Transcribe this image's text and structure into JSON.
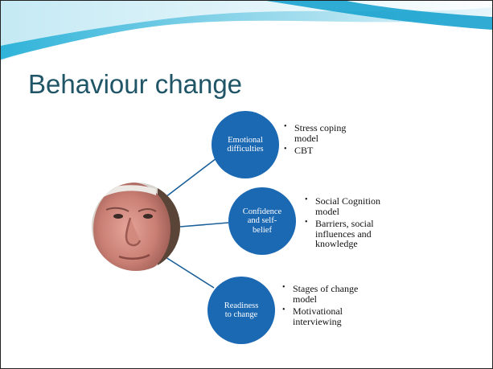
{
  "slide": {
    "title": "Behaviour change"
  },
  "nodes": [
    {
      "label_lines": [
        "Emotional",
        "difficulties"
      ],
      "bullets": [
        "Stress coping\nmodel",
        "CBT"
      ]
    },
    {
      "label_lines": [
        "Confidence",
        "and self-",
        "belief"
      ],
      "bullets": [
        "Social Cognition\nmodel",
        "Barriers, social\ninfluences and\nknowledge"
      ]
    },
    {
      "label_lines": [
        "Readiness",
        "to change"
      ],
      "bullets": [
        "Stages of change\nmodel",
        "Motivational\ninterviewing"
      ]
    }
  ],
  "colors": {
    "title": "#1f5566",
    "circle_fill": "#1b68b3",
    "connector": "#1b5f99",
    "banner_light": "#dcf2f8",
    "banner_mid": "#7fcfe6",
    "banner_dark": "#1aa3cf"
  },
  "icons": {
    "photo": "elderly-man-portrait",
    "bullet": "bullet-dot-icon"
  }
}
